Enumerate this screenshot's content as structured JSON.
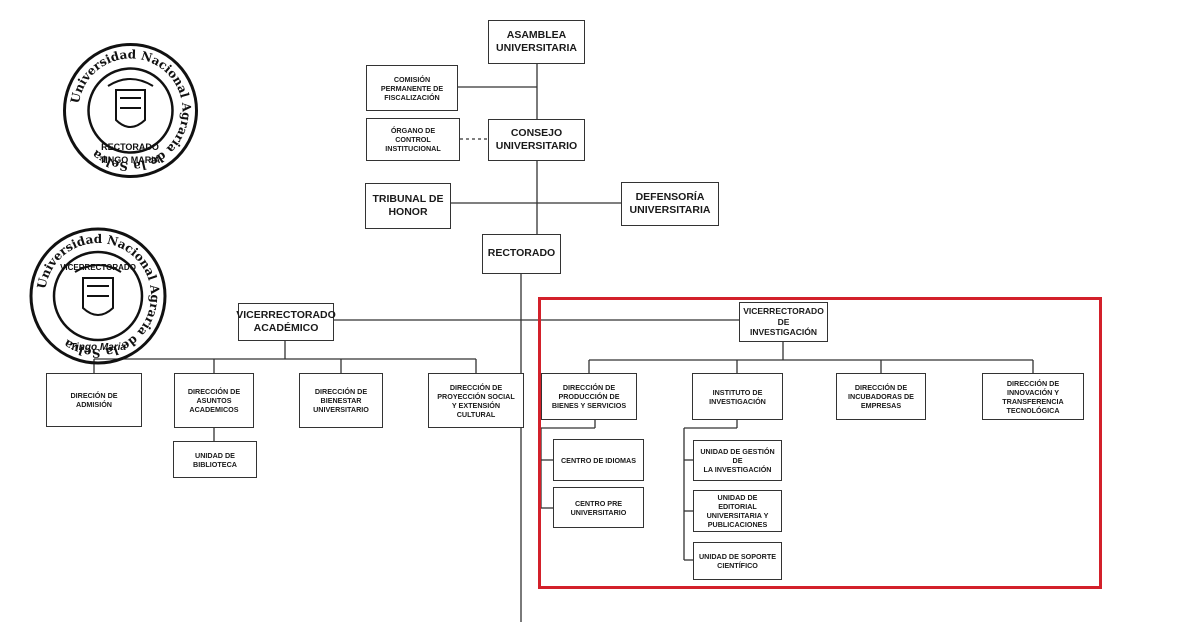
{
  "nodes": {
    "asamblea": "ASAMBLEA\nUNIVERSITARIA",
    "comision": "COMISIÓN\nPERMANENTE DE\nFISCALIZACIÓN",
    "organo": "ÓRGANO DE\nCONTROL\nINSTITUCIONAL",
    "consejo": "CONSEJO\nUNIVERSITARIO",
    "tribunal": "TRIBUNAL DE\nHONOR",
    "defensoria": "DEFENSORÍA\nUNIVERSITARIA",
    "rectorado": "RECTORADO",
    "vice_academico": "VICERRECTORADO\nACADÉMICO",
    "vice_investigacion": "VICERRECTORADO\nDE INVESTIGACIÓN",
    "admision": "DIRECIÓN DE\nADMISIÓN",
    "asuntos": "DIRECCIÓN DE\nASUNTOS\nACADEMICOS",
    "bienestar": "DIRECCIÓN DE\nBIENESTAR\nUNIVERSITARIO",
    "proyeccion": "DIRECCIÓN DE\nPROYECCIÓN SOCIAL\nY EXTENSIÓN\nCULTURAL",
    "biblioteca": "UNIDAD DE\nBIBLIOTECA",
    "produccion": "DIRECCIÓN DE\nPRODUCCIÓN DE\nBIENES Y SERVICIOS",
    "instituto": "INSTITUTO DE\nINVESTIGACIÓN",
    "incubadoras": "DIRECCIÓN DE\nINCUBADORAS DE\nEMPRESAS",
    "innovacion": "DIRECCIÓN DE\nINNOVACIÓN Y\nTRANSFERENCIA\nTECNOLÓGICA",
    "idiomas": "CENTRO DE IDIOMAS",
    "preuniv": "CENTRO PRE\nUNIVERSITARIO",
    "gestion": "UNIDAD DE GESTIÓN DE\nLA INVESTIGACIÓN",
    "editorial": "UNIDAD DE EDITORIAL\nUNIVERSITARIA Y\nPUBLICACIONES",
    "soporte": "UNIDAD DE SOPORTE\nCIENTÍFICO"
  },
  "stamps": {
    "top": {
      "ring_text": "Universidad Nacional Agraria de la Selva",
      "center_text": "RECTORADO",
      "bottom_text": "TINGO MARIA"
    },
    "bottom": {
      "ring_text": "Universidad Nacional Agraria de la Selva",
      "center_text": "VICERRECTORADO",
      "bottom_text": "Tingo Maria"
    }
  },
  "colors": {
    "highlight": "#d3202a",
    "lines": "#333333"
  }
}
